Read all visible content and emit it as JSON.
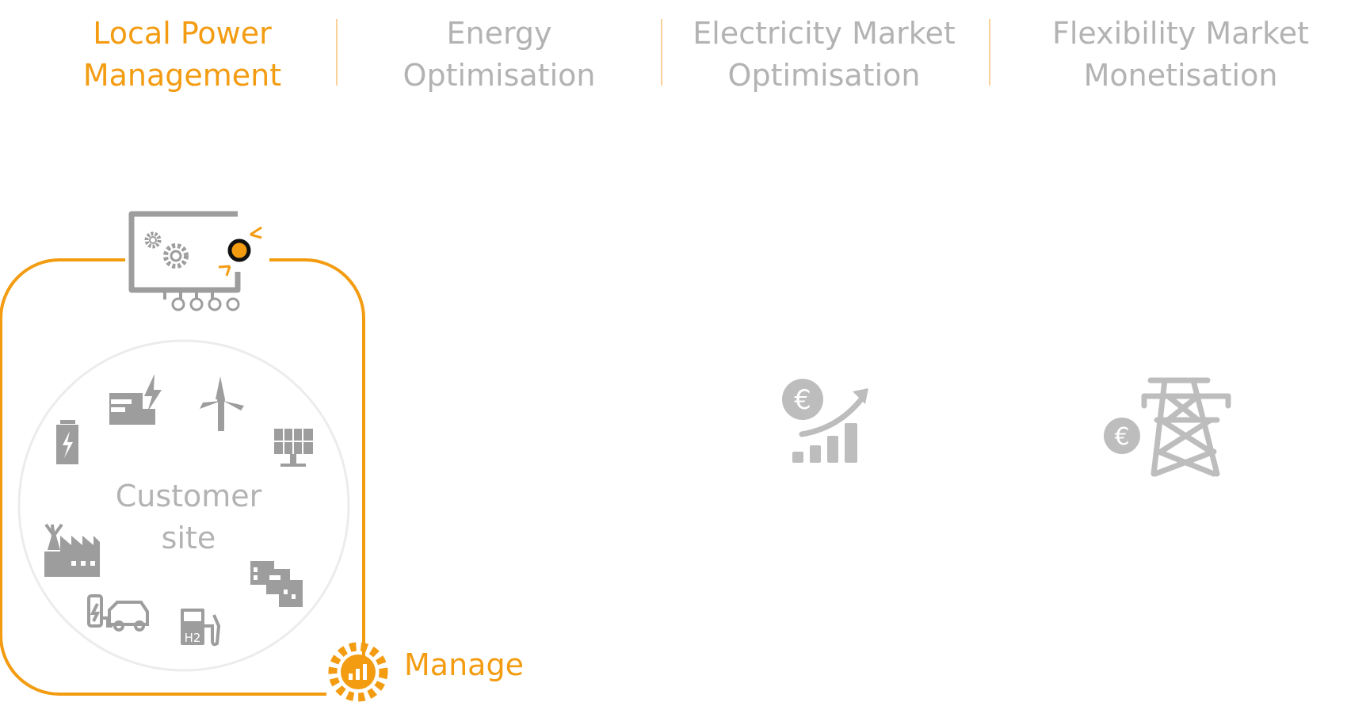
{
  "tabs": [
    {
      "line1": "Local Power",
      "line2": "Management",
      "active": true
    },
    {
      "line1": "Energy",
      "line2": "Optimisation",
      "active": false
    },
    {
      "line1": "Electricity Market",
      "line2": "Optimisation",
      "active": false
    },
    {
      "line1": "Flexibility Market",
      "line2": "Monetisation",
      "active": false
    }
  ],
  "customer_site": {
    "line1": "Customer",
    "line2": "site"
  },
  "manage_label": "Manage",
  "icons": {
    "controller": "controller-device-icon",
    "ev_charging": "ev-charging-icon",
    "wind": "wind-turbine-icon",
    "battery": "battery-icon",
    "solar": "solar-panel-icon",
    "factory": "green-factory-icon",
    "buildings": "buildings-icon",
    "ev_car": "ev-car-charger-icon",
    "hydrogen": "hydrogen-station-icon",
    "manage": "manage-gear-icon",
    "market": "euro-growth-chart-icon",
    "flexibility": "euro-power-pylon-icon"
  },
  "colors": {
    "accent": "#f39c12",
    "icon_gray": "#9d9d9d",
    "text_gray": "#b3b3b3",
    "separator": "#fad19a"
  }
}
